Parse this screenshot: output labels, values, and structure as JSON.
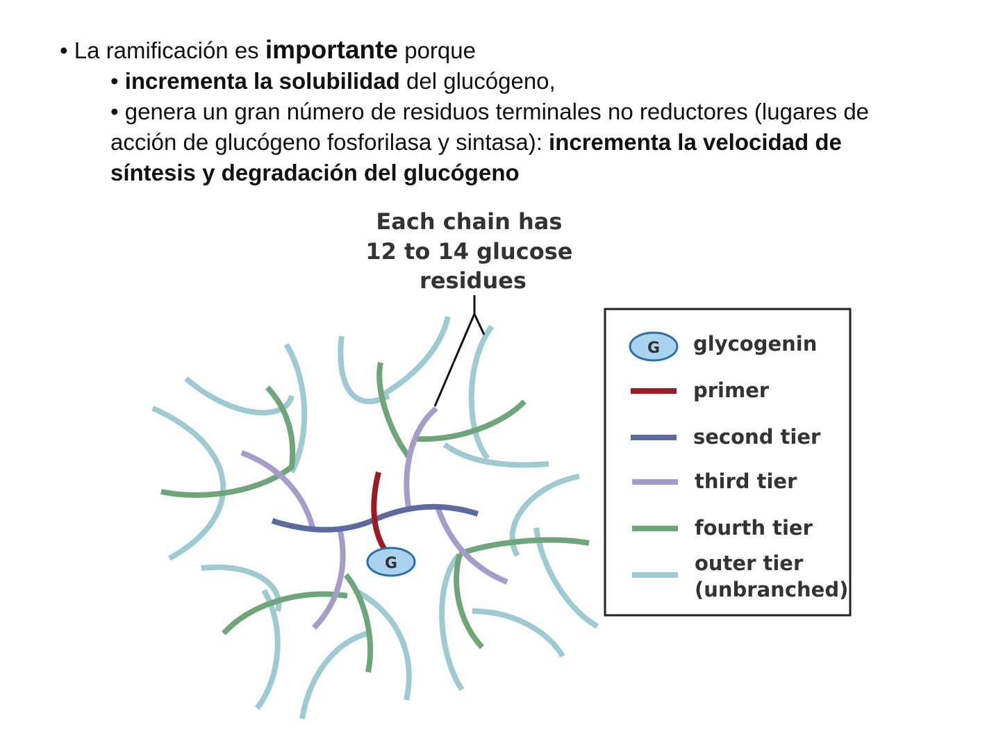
{
  "slide": {
    "bullet1": {
      "a": "La ramificación es ",
      "b": "importante",
      "c": " porque"
    },
    "bullet2": {
      "a": "incrementa la solubilidad",
      "b": " del glucógeno,"
    },
    "bullet3": {
      "a": "genera un gran número de residuos terminales no reductores (lugares de",
      "b": "acción de glucógeno fosforilasa y sintasa): ",
      "c": "incrementa la velocidad de",
      "d": "síntesis y degradación del glucógeno"
    }
  },
  "diagram": {
    "annotation": [
      "Each chain has",
      "12 to 14 glucose",
      "residues"
    ],
    "core_label": "G",
    "legend": [
      {
        "key": "glycogenin",
        "label": "glycogenin",
        "color": "#a9d3ef"
      },
      {
        "key": "primer",
        "label": "primer",
        "color": "#9b1b24"
      },
      {
        "key": "second",
        "label": "second tier",
        "color": "#5c6aa0"
      },
      {
        "key": "third",
        "label": "third tier",
        "color": "#a59cc9"
      },
      {
        "key": "fourth",
        "label": "fourth tier",
        "color": "#6fa57a"
      },
      {
        "key": "outer",
        "label": "outer tier",
        "label2": "(unbranched)",
        "color": "#9ecbd1"
      }
    ]
  }
}
